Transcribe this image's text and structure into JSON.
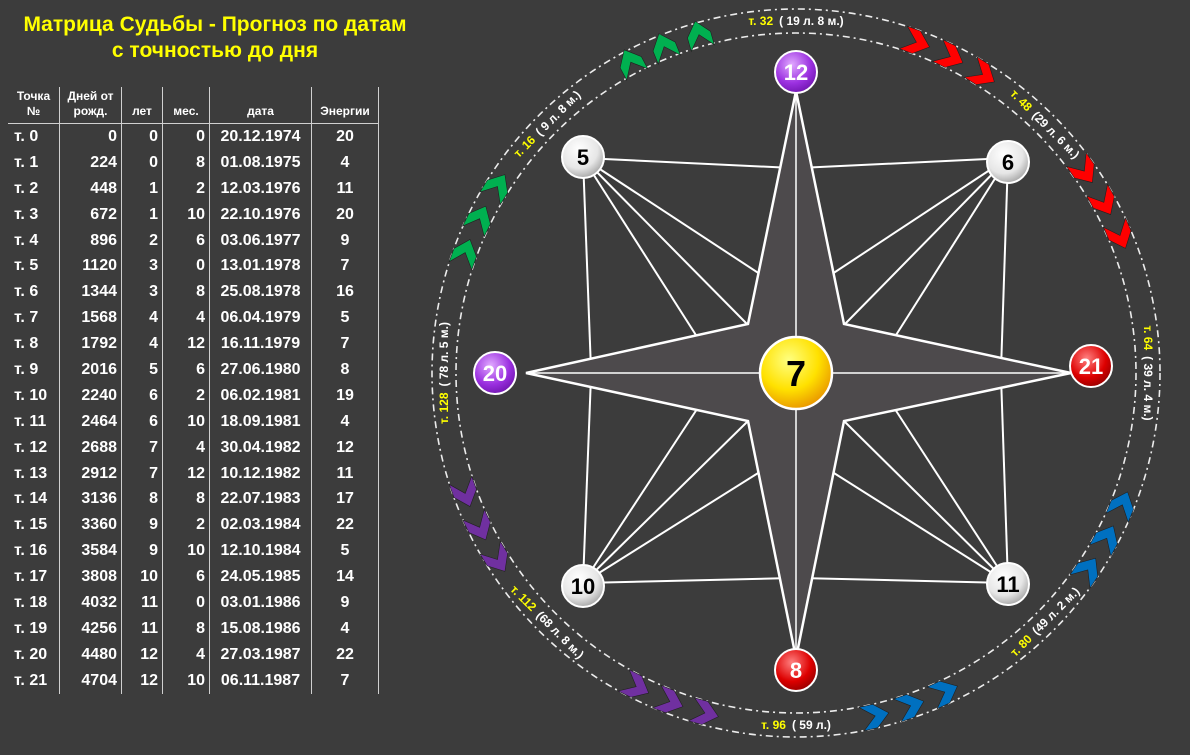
{
  "title": {
    "line1": "Матрица Судьбы - Прогноз по датам",
    "line2": "с точностью до дня"
  },
  "table": {
    "headers": [
      "Точка №",
      "Дней от рожд.",
      "лет",
      "мес.",
      "дата",
      "Энергии"
    ],
    "rows": [
      [
        "т. 0",
        "0",
        "0",
        "0",
        "20.12.1974",
        "20"
      ],
      [
        "т. 1",
        "224",
        "0",
        "8",
        "01.08.1975",
        "4"
      ],
      [
        "т. 2",
        "448",
        "1",
        "2",
        "12.03.1976",
        "11"
      ],
      [
        "т. 3",
        "672",
        "1",
        "10",
        "22.10.1976",
        "20"
      ],
      [
        "т. 4",
        "896",
        "2",
        "6",
        "03.06.1977",
        "9"
      ],
      [
        "т. 5",
        "1120",
        "3",
        "0",
        "13.01.1978",
        "7"
      ],
      [
        "т. 6",
        "1344",
        "3",
        "8",
        "25.08.1978",
        "16"
      ],
      [
        "т. 7",
        "1568",
        "4",
        "4",
        "06.04.1979",
        "5"
      ],
      [
        "т. 8",
        "1792",
        "4",
        "12",
        "16.11.1979",
        "7"
      ],
      [
        "т. 9",
        "2016",
        "5",
        "6",
        "27.06.1980",
        "8"
      ],
      [
        "т. 10",
        "2240",
        "6",
        "2",
        "06.02.1981",
        "19"
      ],
      [
        "т. 11",
        "2464",
        "6",
        "10",
        "18.09.1981",
        "4"
      ],
      [
        "т. 12",
        "2688",
        "7",
        "4",
        "30.04.1982",
        "12"
      ],
      [
        "т. 13",
        "2912",
        "7",
        "12",
        "10.12.1982",
        "11"
      ],
      [
        "т. 14",
        "3136",
        "8",
        "8",
        "22.07.1983",
        "17"
      ],
      [
        "т. 15",
        "3360",
        "9",
        "2",
        "02.03.1984",
        "22"
      ],
      [
        "т. 16",
        "3584",
        "9",
        "10",
        "12.10.1984",
        "5"
      ],
      [
        "т. 17",
        "3808",
        "10",
        "6",
        "24.05.1985",
        "14"
      ],
      [
        "т. 18",
        "4032",
        "11",
        "0",
        "03.01.1986",
        "9"
      ],
      [
        "т. 19",
        "4256",
        "11",
        "8",
        "15.08.1986",
        "4"
      ],
      [
        "т. 20",
        "4480",
        "12",
        "4",
        "27.03.1987",
        "22"
      ],
      [
        "т. 21",
        "4704",
        "12",
        "10",
        "06.11.1987",
        "7"
      ]
    ]
  },
  "center": {
    "value": "7",
    "color": "#ffd400"
  },
  "nodes": [
    {
      "id": "top",
      "value": "12",
      "color": "#9b30e0"
    },
    {
      "id": "top-right",
      "value": "6",
      "color": "#e8e8e8"
    },
    {
      "id": "right",
      "value": "21",
      "color": "#dd0000"
    },
    {
      "id": "bottom-right",
      "value": "11",
      "color": "#e8e8e8"
    },
    {
      "id": "bottom",
      "value": "8",
      "color": "#dd0000"
    },
    {
      "id": "bottom-left",
      "value": "10",
      "color": "#e8e8e8"
    },
    {
      "id": "left",
      "value": "20",
      "color": "#9b30e0"
    },
    {
      "id": "top-left",
      "value": "5",
      "color": "#e8e8e8"
    }
  ],
  "ring_labels": [
    {
      "point": "т. 32",
      "age": "( 19 л. 8 м.)"
    },
    {
      "point": "т. 48",
      "age": "(29 л. 6 м.)"
    },
    {
      "point": "т. 64",
      "age": "( 39 л. 4 м.)"
    },
    {
      "point": "т. 80",
      "age": "(49 л. 2 м.)"
    },
    {
      "point": "т. 96",
      "age": "( 59 л.)"
    },
    {
      "point": "т. 112",
      "age": "(68 л. 8 м.)"
    },
    {
      "point": "т. 128",
      "age": "( 78 л. 5 м.)"
    },
    {
      "point": "т. 16",
      "age": "( 9 л. 8 м.)"
    }
  ],
  "chevron_colors": {
    "green": "#00b050",
    "red": "#ff0000",
    "blue": "#0070c0",
    "purple": "#7030a0"
  },
  "label_color": "#ffff00"
}
